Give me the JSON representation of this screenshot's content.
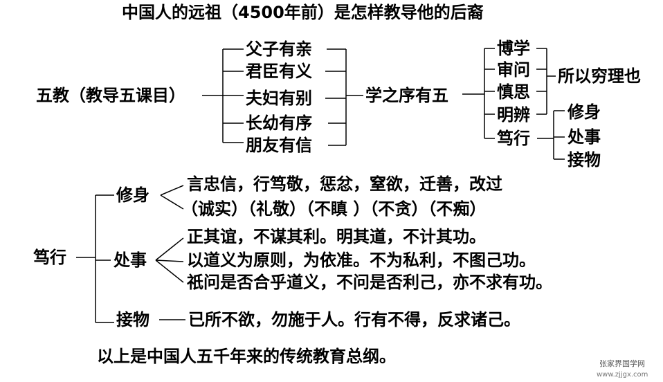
{
  "title": "中国人的远祖（4500年前）是怎样教导他的后裔",
  "top": {
    "root": "五教（教导五课目）",
    "five_teachings": [
      "父子有亲",
      "君臣有义",
      "夫妇有别",
      "长幼有序",
      "朋友有信"
    ],
    "order": "学之序有五",
    "study_steps": [
      "博学",
      "审问",
      "慎思",
      "明辨",
      "笃行"
    ],
    "reason": "所以穷理也",
    "practice": [
      "修身",
      "处事",
      "接物"
    ]
  },
  "bottom": {
    "root": "笃行",
    "xiushen": {
      "label": "修身",
      "line1": "言忠信，行笃敬，惩忿，窒欲，迁善，改过",
      "line2": "（诚实）（礼敬）（不瞋 ）（不贪）（不痴）"
    },
    "chushi": {
      "label": "处事",
      "lines": [
        "正其谊，不谋其利。明其道，不计其功。",
        "以道义为原则，为依准。不为私利，不图己功。",
        "祇问是否合乎道义，不问是否利己，亦不求有功。"
      ]
    },
    "jiewu": {
      "label": "接物",
      "line": "已所不欲，勿施于人。行有不得，反求诸己。"
    }
  },
  "summary": "以上是中国人五千年来的传统教育总纲。",
  "watermark": {
    "name": "张家界国学网",
    "url": "www.zjjgx.com"
  }
}
